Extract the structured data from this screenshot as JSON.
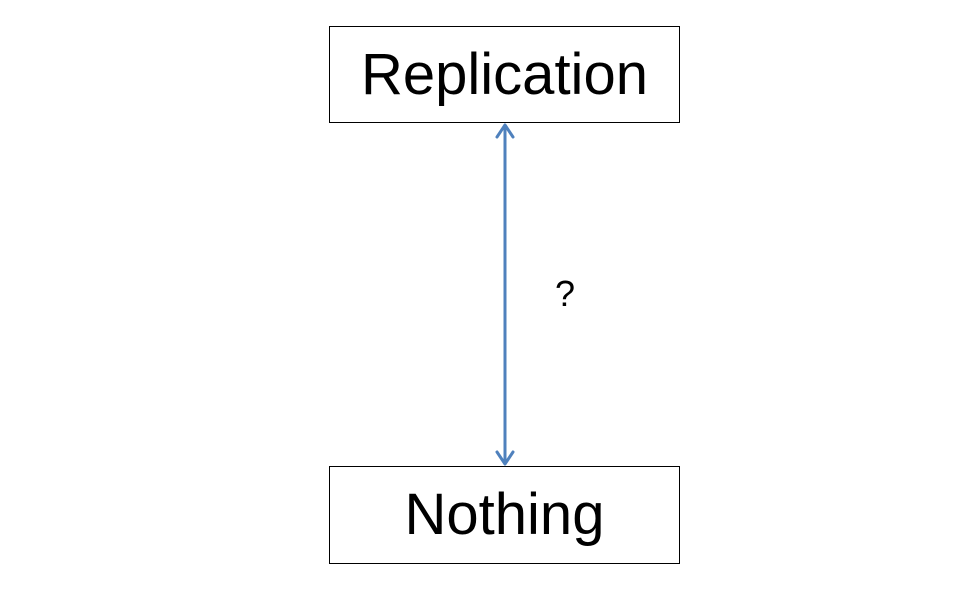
{
  "diagram": {
    "nodes": {
      "top": {
        "label": "Replication"
      },
      "bottom": {
        "label": "Nothing"
      }
    },
    "edge": {
      "label": "?",
      "direction": "bidirectional",
      "color": "#4F81BD"
    }
  }
}
